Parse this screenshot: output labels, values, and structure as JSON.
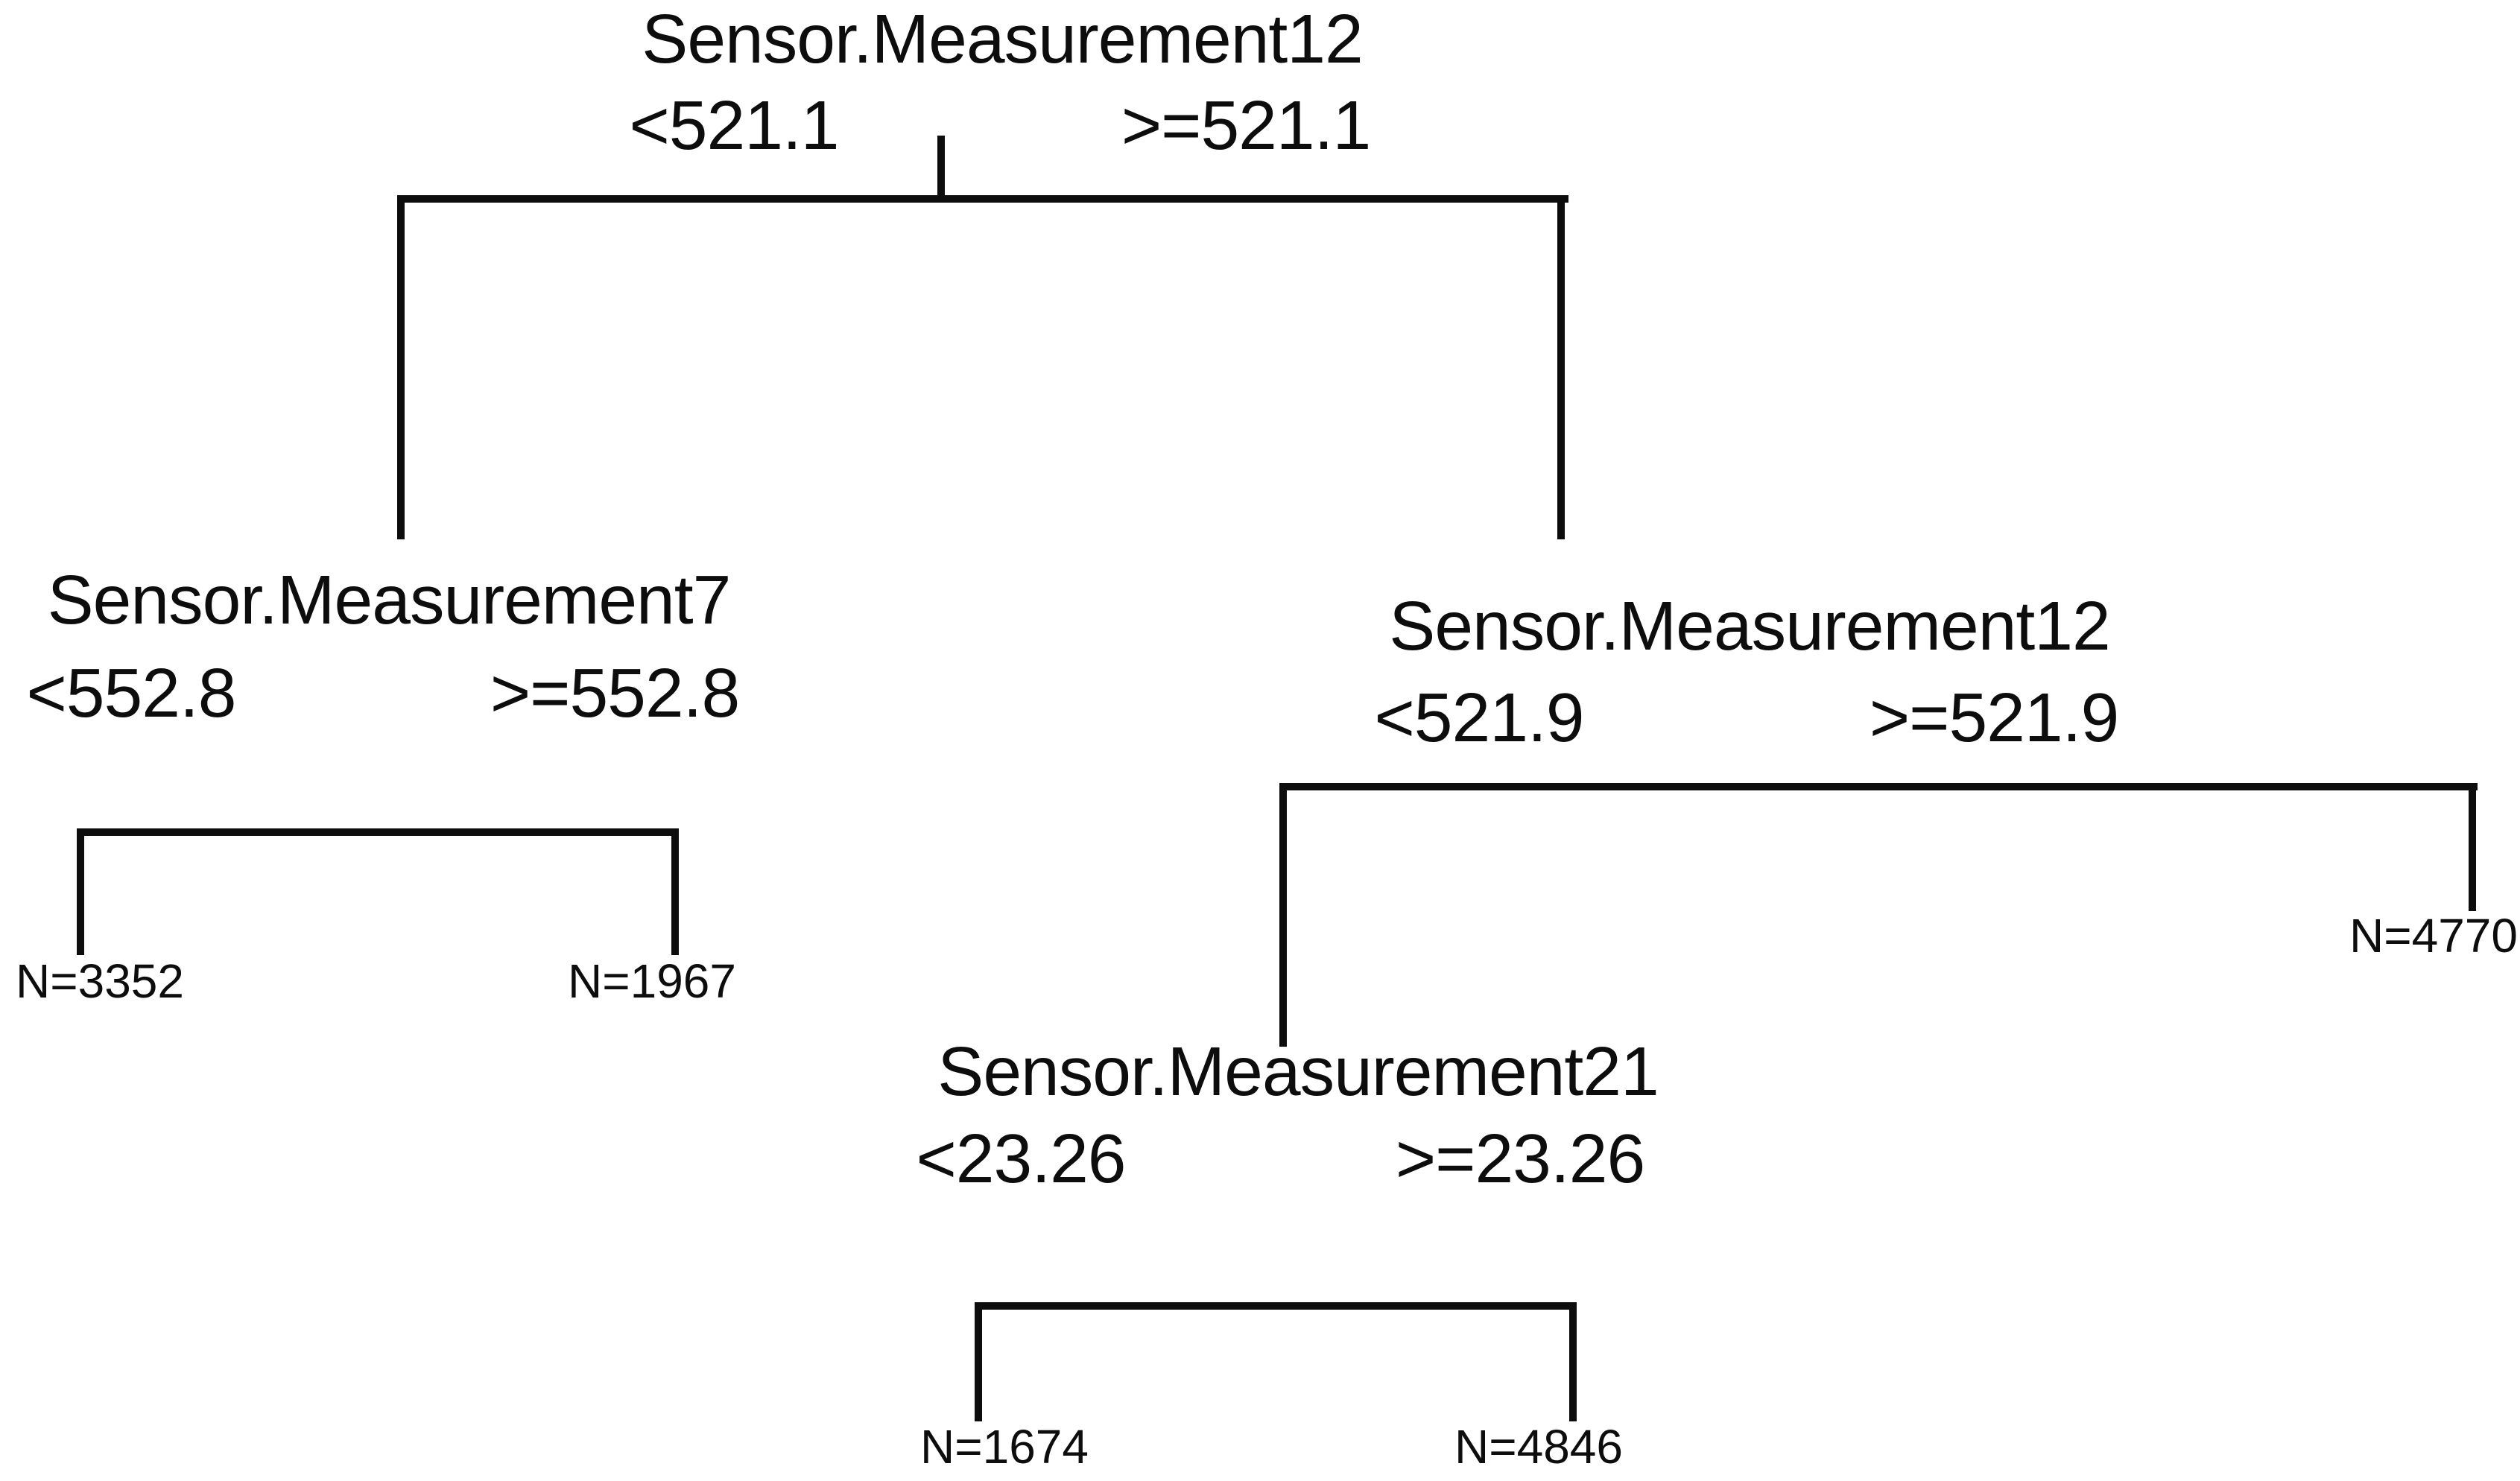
{
  "diagram": {
    "type": "decision-tree",
    "colors": {
      "background": "#ffffff",
      "line": "#0d0d0d",
      "text": "#0d0d0d"
    }
  },
  "nodes": {
    "root": {
      "variable": "Sensor.Measurement12",
      "left_condition": "<521.1",
      "right_condition": ">=521.1"
    },
    "left": {
      "variable": "Sensor.Measurement7",
      "left_condition": "<552.8",
      "right_condition": ">=552.8"
    },
    "right": {
      "variable": "Sensor.Measurement12",
      "left_condition": "<521.9",
      "right_condition": ">=521.9"
    },
    "right_left": {
      "variable": "Sensor.Measurement21",
      "left_condition": "<23.26",
      "right_condition": ">=23.26"
    }
  },
  "leaves": {
    "left_left": "N=3352",
    "left_right": "N=1967",
    "right_right": "N=4770",
    "right_left_left": "N=1674",
    "right_left_right": "N=4846"
  }
}
